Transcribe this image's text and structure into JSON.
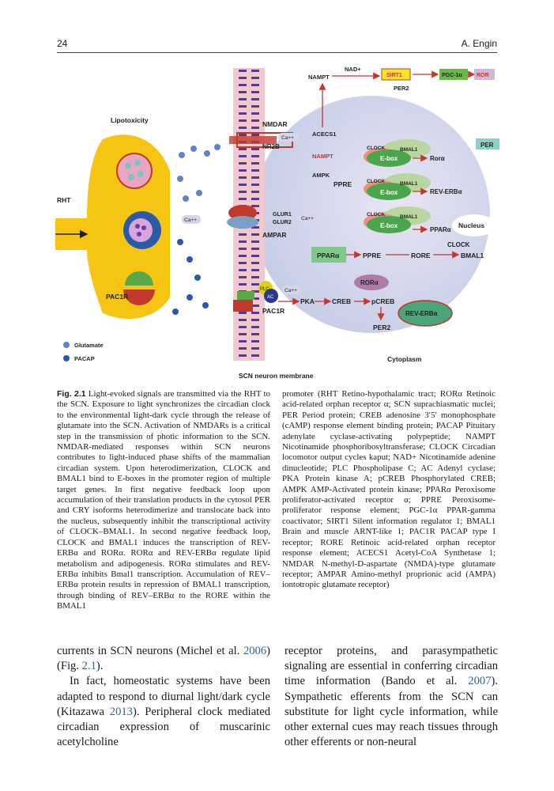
{
  "header": {
    "page_number": "24",
    "author": "A. Engin"
  },
  "figure": {
    "labels": {
      "lipotoxicity": "Lipotoxicity",
      "rht": "RHT",
      "pac1r_left": "PAC1R",
      "nmdar": "NMDAR",
      "nr2b": "NR2B",
      "glur1": "GLUR1",
      "glur2": "GLUR2",
      "ampar": "AMPAR",
      "ca": "Ca++",
      "plc": "PLC",
      "ac": "AC",
      "pac1r": "PAC1R",
      "pka": "PKA",
      "creb": "CREB",
      "pcreb": "pCREB",
      "per2_bottom": "PER2",
      "nad": "NAD+",
      "nampt": "NAMPT",
      "sirt1": "SIRT1",
      "pgc": "PGC-1α",
      "ror": "ROR",
      "per2_top": "PER2",
      "acecs1": "ACECS1",
      "nampt2": "NAMPT",
      "ampk": "AMPK",
      "ppre1": "PPRE",
      "ppre2": "PPRE",
      "ppara": "PPARα",
      "clock": "CLOCK",
      "bmal1": "BMAL1",
      "ebox": "E-box",
      "rora_gene": "Rorα",
      "reverba_gene": "REV-ERBα",
      "ppara_gene": "PPARα",
      "nucleus": "Nucleus",
      "clock_out": "CLOCK",
      "rore": "RORE",
      "bmal1_out": "BMAL1",
      "rora_prot": "RORα",
      "reverba_prot": "REV-ERBα",
      "per": "PER",
      "glutamate": "Glutamate",
      "pacap": "PACAP",
      "cytoplasm": "Cytoplasm",
      "membrane": "SCN neuron membrane"
    }
  },
  "caption": {
    "label": "Fig. 2.1",
    "left": "Light-evoked signals are transmitted via the RHT to the SCN. Exposure to light synchronizes the circadian clock to the environmental light-dark cycle through the release of glutamate into the SCN. Activation of NMDARs is a critical step in the transmission of photic information to the SCN. NMDAR-mediated responses within SCN neurons contributes to light-induced phase shifts of the mammalian circadian system. Upon heterodimerization, CLOCK and BMAL1 bind to E-boxes in the promoter region of multiple target genes. In first negative feedback loop upon accumulation of their translation products in the cytosol PER and CRY isoforms heterodimerize and translocate back into the nucleus, subsequently inhibit the transcriptional activity of CLOCK–BMAL1. In second negative feedback loop, CLOCK and BMAL1 induces the transcription of REV-ERBα and RORα. RORα and REV-ERBα regulate lipid metabolism and adipogenesis. RORα stimulates and REV-ERBα inhibits Bmal1 transcription. Accumulation of REV–ERBα protein results in repression of BMAL1 transcription, through binding of REV–ERBα to the RORE within the BMAL1",
    "right": "promoter (RHT Retino-hypothalamic tract; RORα Retinoic acid-related orphan receptor α; SCN suprachiasmatic nuclei; PER Period protein; CREB adenosine 3′5′ monophosphate (cAMP) response element binding protein; PACAP Pituitary adenylate cyclase-activating polypeptide; NAMPT Nicotinamide phosphoribosyltransferase; CLOCK Circadian locomotor output cycles kaput; NAD+ Nicotinamide adenine dinucleotide; PLC Phospholipase C; AC Adenyl cyclase; PKA Protein kinase A; pCREB Phosphorylated CREB; AMPK AMP-Activated protein kinase; PPARα Peroxisome proliferator-activated receptor α; PPRE Peroxisome-proliferator response element; PGC-1α PPAR-gamma coactivator; SIRT1 Silent information regulator 1; BMAL1 Brain and muscle ARNT-like 1; PAC1R PACAP type I receptor; RORE Retinoic acid-related orphan receptor response element; ACECS1 Acetyl-CoA Synthetase 1; NMDAR N-methyl-D-aspartate (NMDA)-type glutamate receptor; AMPAR Amino-methyl proprionic acid (AMPA) iontotropic glutamate receptor)"
  },
  "body": {
    "left_p1_a": "currents in SCN neurons (Michel et al. ",
    "left_p1_ref1": "2006",
    "left_p1_b": ") (Fig. ",
    "left_p1_ref2": "2.1",
    "left_p1_c": ").",
    "left_p2_a": "In fact, homeostatic systems have been adapted to respond to diurnal light/dark cycle (Kitazawa ",
    "left_p2_ref": "2013",
    "left_p2_b": "). Peripheral clock mediated circadian expression of muscarinic acetylcholine",
    "right_a": "receptor proteins, and parasympathetic signaling are essential in conferring circadian time information (Bando et al. ",
    "right_ref": "2007",
    "right_b": "). Sympathetic efferents from the SCN can substitute for light cycle information, while other external cues may reach tissues through other efferents or non-neural"
  }
}
